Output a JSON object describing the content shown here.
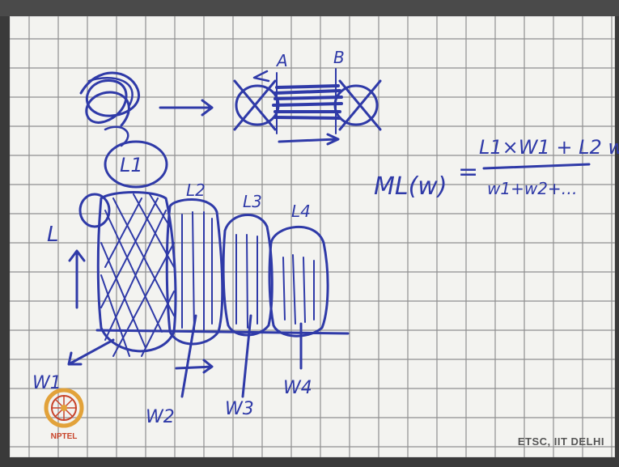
{
  "watermark": "ETSC, IIT DELHI",
  "logo_text": "NPTEL",
  "handwriting": {
    "section_labels": [
      "A",
      "B"
    ],
    "segment_labels": [
      "L1",
      "L2",
      "L3",
      "L4"
    ],
    "length_axis": "L",
    "weights": [
      "W1",
      "W2",
      "W3",
      "W4"
    ],
    "equation": {
      "lhs": "ML(w)",
      "equals": "=",
      "numerator": "L1×W1 + L2 w…",
      "denominator": "w1+w2+…"
    }
  },
  "colors": {
    "ink": "#2f3aa8",
    "grid": "#8f8f8f",
    "paper": "#f3f3f0"
  }
}
